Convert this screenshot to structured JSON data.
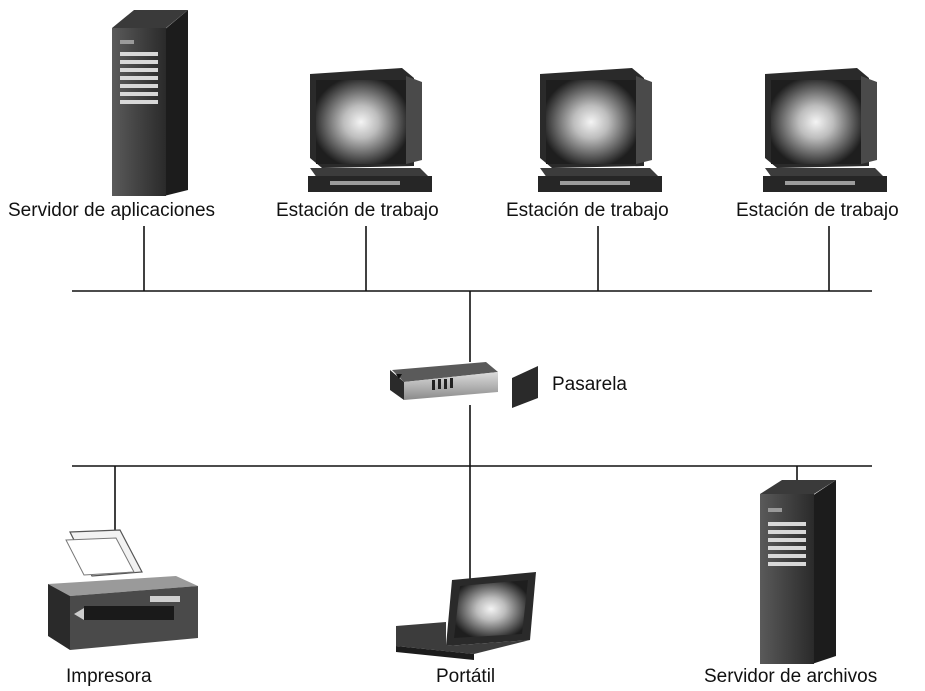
{
  "nodes": {
    "app_server": {
      "label": "Servidor de aplicaciones",
      "icon": "tower-server-icon"
    },
    "workstation_1": {
      "label": "Estación de trabajo",
      "icon": "desktop-computer-icon"
    },
    "workstation_2": {
      "label": "Estación de trabajo",
      "icon": "desktop-computer-icon"
    },
    "workstation_3": {
      "label": "Estación de trabajo",
      "icon": "desktop-computer-icon"
    },
    "gateway": {
      "label": "Pasarela",
      "icon": "gateway-router-icon"
    },
    "printer": {
      "label": "Impresora",
      "icon": "printer-icon"
    },
    "laptop": {
      "label": "Portátil",
      "icon": "laptop-icon"
    },
    "file_server": {
      "label": "Servidor de archivos",
      "icon": "tower-server-icon"
    }
  },
  "colors": {
    "line": "#111111",
    "device_dark": "#222222",
    "device_mid": "#6a6a6a",
    "device_light": "#c8c8c8",
    "screen_glow": "#d9d9d9"
  }
}
